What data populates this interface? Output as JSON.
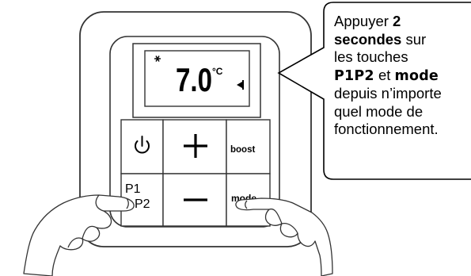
{
  "display": {
    "snowflake_icon": "snowflake-icon",
    "temperature": "7.0",
    "unit": "°C",
    "indicator_icon": "arrow-indicator-icon"
  },
  "buttons": {
    "power_icon": "power-icon",
    "plus": "+",
    "boost": "boost",
    "p1_label": "P1",
    "p2_label": "P2",
    "minus": "–",
    "mode": "mode"
  },
  "callout": {
    "line1_prefix": "Appuyer ",
    "line1_bold": "2",
    "line2_bold": "secondes",
    "line2_suffix": " sur",
    "line3": "les touches",
    "line4_bold1": "P1P2",
    "line4_mid": " et ",
    "line4_bold2": "mode",
    "line5": "depuis n’importe",
    "line6": "quel mode de",
    "line7": "fonctionnement."
  }
}
